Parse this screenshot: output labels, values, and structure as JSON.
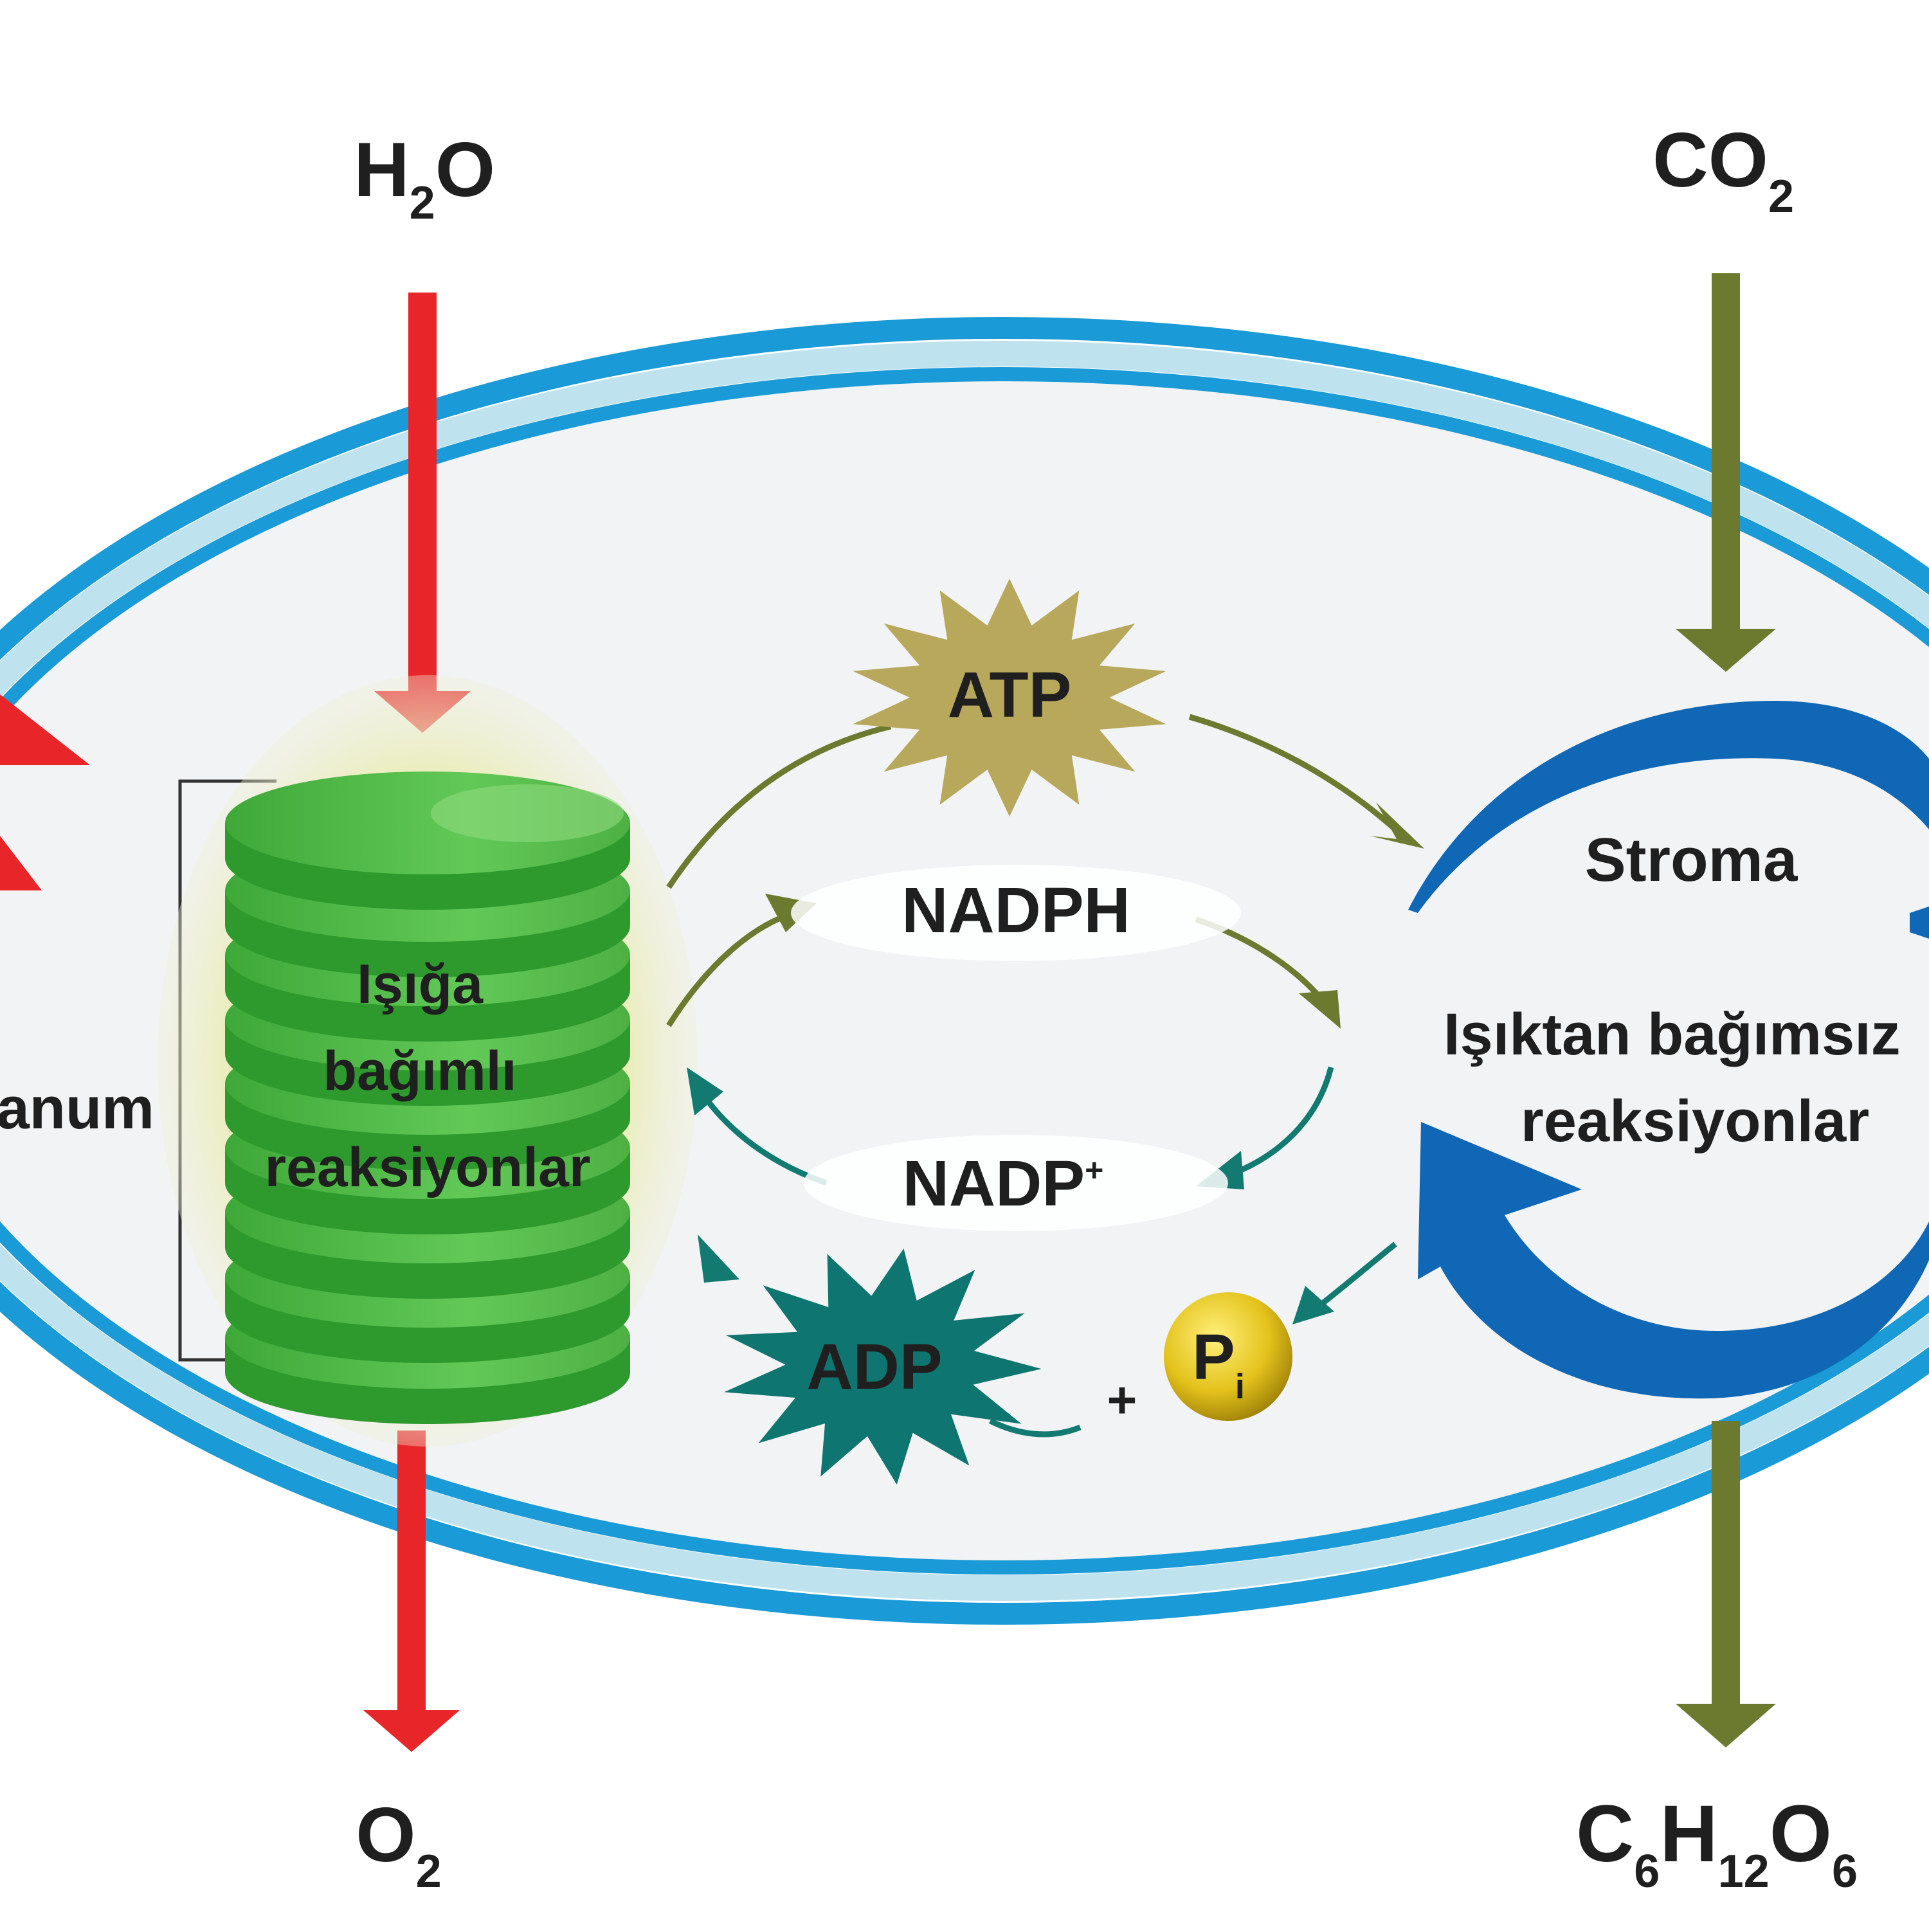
{
  "labels": {
    "h2o": {
      "main": "H",
      "sub": "2",
      "tail": "O"
    },
    "co2": {
      "main": "CO",
      "sub": "2"
    },
    "o2": {
      "main": "O",
      "sub": "2"
    },
    "glucose": {
      "c": "C",
      "c_sub": "6",
      "h": "H",
      "h_sub": "12",
      "o": "O",
      "o_sub": "6"
    },
    "atp": "ATP",
    "nadph": "NADPH",
    "nadp": {
      "main": "NADP",
      "sup": "+"
    },
    "adp": "ADP",
    "pi": {
      "main": "P",
      "sub": "i"
    },
    "plus": "+",
    "granum": "granum",
    "light_dependent": [
      "Işığa",
      "bağımlı",
      "reaksiyonlar"
    ],
    "stroma": "Stroma",
    "light_independent": [
      "Işıktan bağımsız",
      "reaksiyonlar"
    ]
  },
  "colors": {
    "membrane_outer": "#1a9ad6",
    "membrane_inner": "#bfe3ee",
    "stroma_fill": "#f2f3f4",
    "red_arrow": "#e8262a",
    "olive_arrow": "#6b7a2e",
    "teal_arrow": "#137a72",
    "cycle_blue": "#0f67b5",
    "atp_star": "#b8a85c",
    "adp_star": "#0f7570",
    "pi_ball": "#e3c21b",
    "grana_green": "#4fc043"
  }
}
